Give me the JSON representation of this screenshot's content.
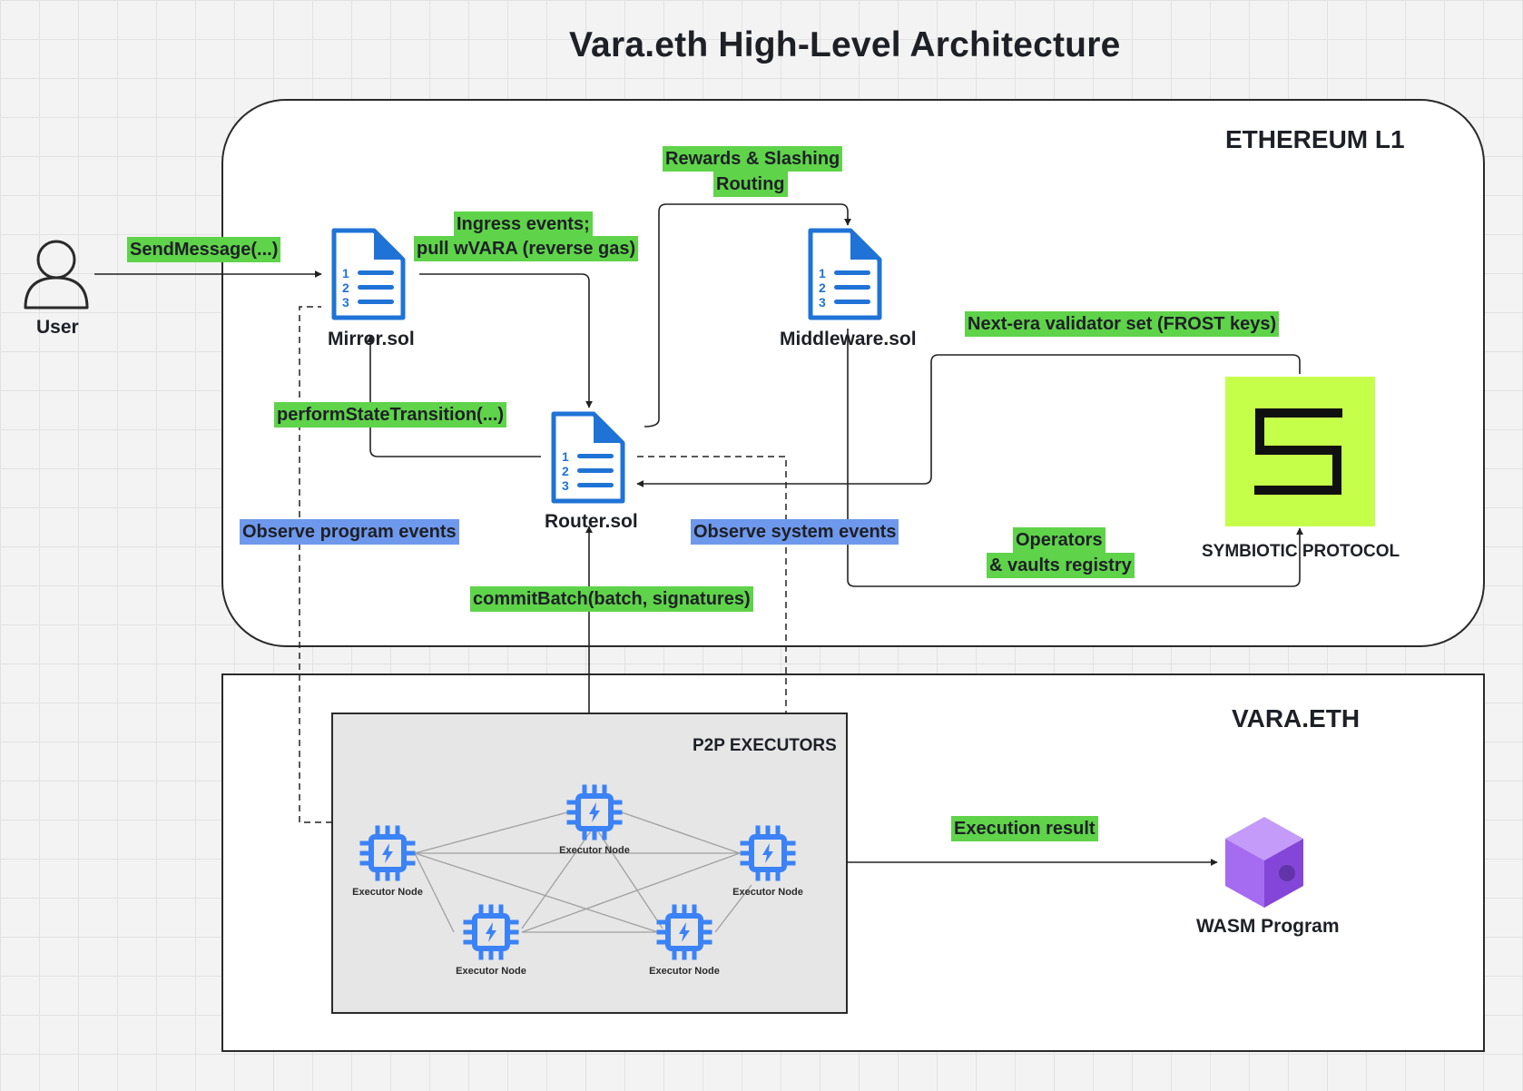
{
  "title": "Vara.eth High-Level Architecture",
  "zones": {
    "ethereum": "ETHEREUM L1",
    "vara": "VARA.ETH",
    "executors": "P2P EXECUTORS"
  },
  "actors": {
    "user": "User",
    "mirror": "Mirror.sol",
    "router": "Router.sol",
    "middleware": "Middleware.sol",
    "symbiotic": "SYMBIOTIC PROTOCOL",
    "wasm": "WASM Program"
  },
  "executor_nodes": [
    "Executor Node",
    "Executor Node",
    "Executor Node",
    "Executor Node",
    "Executor Node"
  ],
  "edge_labels": {
    "send_message": "SendMessage(...)",
    "ingress_1": "Ingress events;",
    "ingress_2": "pull wVARA (reverse gas)",
    "rewards_1": "Rewards & Slashing",
    "rewards_2": "Routing",
    "next_era": "Next-era validator set (FROST keys)",
    "perform_state": "performStateTransition(...)",
    "observe_program": "Observe program events",
    "observe_system": "Observe system events",
    "operators_1": "Operators",
    "operators_2": "& vaults registry",
    "commit_batch": "commitBatch(batch, signatures)",
    "execution_result": "Execution result"
  },
  "icons": {
    "user": "user-icon",
    "contract": "document-list-icon",
    "symbiotic": "symbiotic-logo-icon",
    "executor": "cpu-chip-icon",
    "wasm": "cube-icon"
  },
  "colors": {
    "green_highlight": "#5fd34a",
    "blue_highlight": "#6e98ec",
    "doc_blue": "#1f73d6",
    "chip_blue": "#3b82f6",
    "symbiotic_bg": "#c6ff4a",
    "cube_purple": "#a56bf0"
  }
}
